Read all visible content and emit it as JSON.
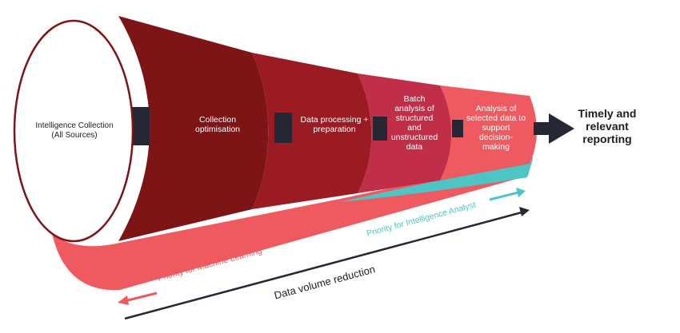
{
  "stages": [
    {
      "label": "Intelligence Collection\n(All Sources)"
    },
    {
      "label": "Collection\noptimisation"
    },
    {
      "label": "Data processing +\npreparation"
    },
    {
      "label": "Batch\nanalysis of\nstructured\nand\nunstructured\ndata"
    },
    {
      "label": "Analysis of\nselected data to\nsupport\ndecision-\nmaking"
    }
  ],
  "outcome": "Timely and\nrelevant\nreporting",
  "priority_ml": "Priority for Machine Learning",
  "priority_analyst": "Priority for Intelligence Analyst",
  "volume_reduction": "Data volume reduction",
  "colors": {
    "dark_red": "#7d1416",
    "red": "#9a1b21",
    "crimson": "#b3223a",
    "rose": "#c9384b",
    "coral": "#ee5a60",
    "teal": "#4cc5c4",
    "navy": "#252834"
  }
}
